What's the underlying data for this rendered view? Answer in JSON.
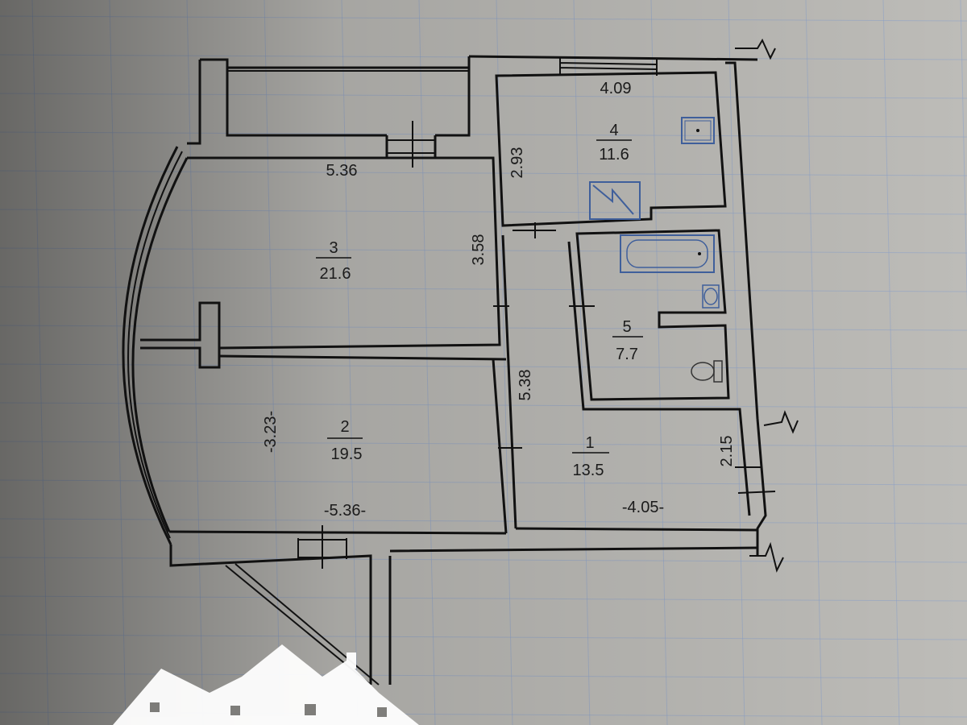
{
  "rooms": [
    {
      "number": "1",
      "area": "13.5"
    },
    {
      "number": "2",
      "area": "19.5"
    },
    {
      "number": "3",
      "area": "21.6"
    },
    {
      "number": "4",
      "area": "11.6"
    },
    {
      "number": "5",
      "area": "7.7"
    }
  ],
  "dimensions": {
    "top_right": "4.09",
    "room4_height": "2.93",
    "room3_width": "5.36",
    "room3_height": "3.58",
    "hall_length": "5.38",
    "room2_height": "-3.23-",
    "room2_width": "-5.36-",
    "room1_width": "-4.05-",
    "right_offset": "2.15"
  },
  "colors": {
    "background": "#7d7c79",
    "paper": "#bdbcb8",
    "grid": "#8fa3c9",
    "wall": "#111111",
    "fixture": "#3f5f9b",
    "logo": "#ffffff"
  },
  "icons": [
    "sink-icon",
    "stove-icon",
    "bathtub-icon",
    "washbasin-icon",
    "toilet-icon",
    "house-logo-icon"
  ]
}
